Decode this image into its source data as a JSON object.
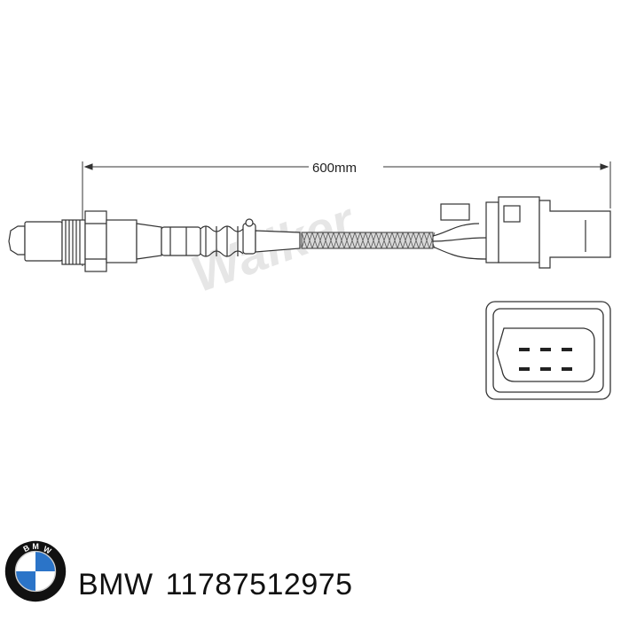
{
  "dimension": {
    "label": "600mm"
  },
  "watermark": {
    "text": "Walker"
  },
  "caption": {
    "brand": "BMW",
    "part_number": "11787512975"
  },
  "logo": {
    "name": "BMW roundel",
    "letters": "BMW",
    "colors": {
      "blue": "#2b74c8",
      "ring": "#111111",
      "white": "#ffffff"
    }
  },
  "connector": {
    "pin_count": 6
  }
}
